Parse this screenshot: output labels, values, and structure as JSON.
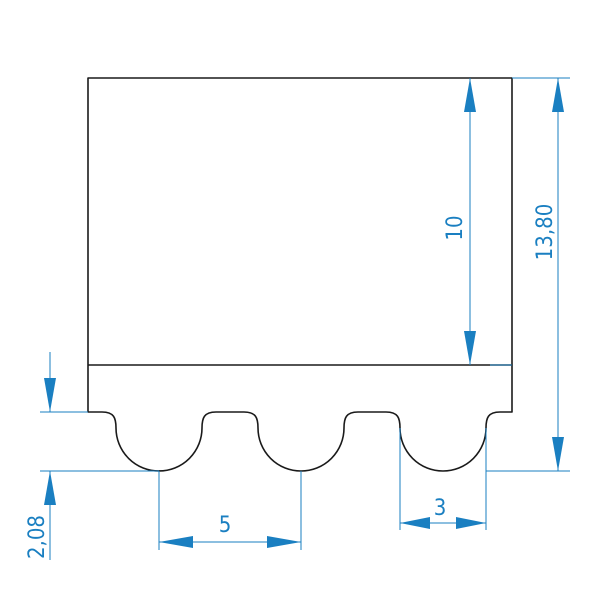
{
  "colors": {
    "outline": "#1a1a1a",
    "dimension": "#1a7fc1",
    "background": "#ffffff"
  },
  "dimensions": {
    "body_height": "10",
    "total_height": "13,80",
    "tooth_depth": "2,08",
    "pitch": "5",
    "tooth_width": "3"
  }
}
